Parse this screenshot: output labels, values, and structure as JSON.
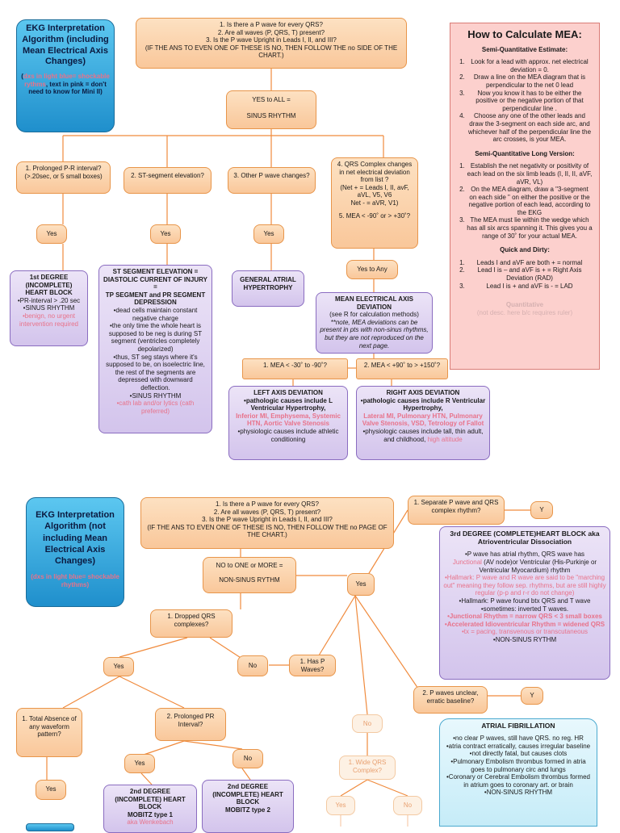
{
  "colors": {
    "line": "#f08a3c",
    "box_orange": "#f9c79a",
    "box_purple": "#d3c4ec",
    "box_blue": "#1f8fcc",
    "box_pink": "#fcd0cd",
    "box_cyan": "#c6ecf8"
  },
  "top": {
    "title": "EKG Interpretation Algorithm (including Mean Electrical Axis Changes)",
    "legend_a": "dxs in light blue= shockable rythms",
    "legend_b": "text in pink = don't need to know for Mini II",
    "q1": "1. Is there a P wave for every QRS?",
    "q2": "2. Are all waves (P, QRS, T) present?",
    "q3": "3. Is the P wave Upright in Leads I, II, and III?",
    "q4": "(IF THE ANS TO EVEN ONE OF THESE IS NO, THEN FOLLOW THE no SIDE OF THE CHART.)",
    "yes_all": "YES to ALL =",
    "sinus": "SINUS RHYTHM",
    "b1": "1. Prolonged P-R interval? (>.20sec, or 5 small boxes)",
    "b2": "2. ST-segment elevation?",
    "b3": "3. Other P wave changes?",
    "b4a": "4. QRS Complex changes in net electrical deviation from list ?",
    "b4b": "(Net + = Leads I, II, avF, aVL, V5, V6",
    "b4c": "Net - = aVR, V1)",
    "b4d": "5. MEA < -90˚ or > +30˚?",
    "yes": "Yes",
    "yes_any": "Yes to Any",
    "hb_title": "1st DEGREE (INCOMPLETE) HEART BLOCK",
    "hb_1": "•PR-interval > .20 sec",
    "hb_2": "•SINUS RHYTHM",
    "hb_3": "•benign, no urgent intervention required",
    "st_title": "ST SEGMENT ELEVATION = DIASTOLIC CURRENT OF INJURY =",
    "st_title2": "TP SEGMENT and PR SEGMENT DEPRESSION",
    "st_1": "•dead cells maintain constant negative charge",
    "st_2": "•the only time the whole heart is supposed to be neg is during ST segment (ventricles completely depolarized)",
    "st_3": "•thus, ST seg stays where it's supposed to be, on isoelectric line, the rest of the segments are depressed with downward deflection.",
    "st_4": "•SINUS RHYTHM",
    "st_5": "•cath lab and/or lytics (cath preferred)",
    "gah": "GENERAL ATRIAL HYPERTROPHY",
    "mea_title": "MEAN ELECTRICAL AXIS DEVIATION",
    "mea_1": "(see R for calculation methods)",
    "mea_2": "**note, MEA deviations can be present in pts with non-sinus rhythms, but they are not reproduced on the next page.",
    "m1": "1. MEA < -30˚ to -90˚?",
    "m2": "2. MEA < +90˚ to > +150˚?",
    "lad_title": "LEFT AXIS DEVIATION",
    "lad_1": "•pathologic causes include L Ventricular Hypertrophy,",
    "lad_2": "Inferior MI, Emphysema, Systemic HTN, Aortic Valve Stenosis",
    "lad_3": "•physiologic causes include athletic conditioning",
    "rad_title": "RIGHT AXIS DEVIATION",
    "rad_1": "•pathologic causes include R Ventricular Hypertrophy,",
    "rad_2": "Lateral MI, Pulmonary HTN, Pulmonary Valve Stenosis, VSD, Tetrology of Fallot",
    "rad_3": "•physiologic causes include tall, thin adult, and childhood,",
    "rad_4": "high altitude"
  },
  "mea_panel": {
    "title": "How to Calculate MEA:",
    "h1": "Semi-Quantitative Estimate:",
    "e1": "Look for a lead with approx. net electrical deviation = 0.",
    "e2": "Draw a line on the MEA diagram that is perpendicular to the net 0 lead",
    "e3": "Now you know it has to be either the positive or the negative portion of that perpendicular line .",
    "e4": "Choose any one of the other leads and draw the 3-segment on each side arc, and whichever half of the perpendicular line the arc crosses, is your MEA.",
    "h2": "Semi-Quantitative Long Version:",
    "l1": "Establish the net negativity or positivity of each lead on the six limb leads (I, II, II, aVF, aVR, VL)",
    "l2": "On the MEA diagram, draw a \"3-segment on each side \" on either the positive or the negative portion of each lead, according to the EKG",
    "l3": "The MEA must lie within the wedge which has all six arcs spanning it. This gives you a range of 30˚ for your actual MEA.",
    "h3": "Quick and Dirty:",
    "q1": "Leads I and aVF are both + = normal",
    "q2": "Lead I is – and aVF is + = Right Axis Deviation (RAD)",
    "q3": "Lead I is + and aVF is - = LAD",
    "quant": "Quantitative",
    "quant_note": "(not desc. here b/c requires ruler)"
  },
  "bottom": {
    "title": "EKG Interpretation Algorithm (not including Mean Electrical Axis Changes)",
    "legend": "dxs in light blue= shockable rhythms",
    "q1": "1. Is there a P wave for every QRS?",
    "q2": "2. Are all waves (P, QRS, T) present?",
    "q3": "3. Is the P wave Upright in Leads I, II, and III?",
    "q4": "(IF THE ANS TO EVEN ONE OF THESE IS NO, THEN FOLLOW THE no PAGE OF THE CHART.)",
    "no_one": "NO to ONE or MORE =",
    "non_sinus": "NON-SINUS RYTHM",
    "sep": "1. Separate P wave and QRS complex rhythm?",
    "y": "Y",
    "yes": "Yes",
    "no": "No",
    "dropped": "1. Dropped QRS complexes?",
    "has_p": "1. Has P Waves?",
    "p_unclear": "2. P waves unclear, erratic baseline?",
    "total_absence": "1. Total Absence of any waveform pattern?",
    "prolonged_pr": "2. Prolonged PR Interval?",
    "wide_qrs": "1. Wide QRS Complex?",
    "third_title": "3rd DEGREE (COMPLETE)HEART BLOCK aka Atrioventricular Dissociation",
    "third_1": "•P wave has atrial rhythm, QRS wave has",
    "third_2": "Junctional",
    "third_3": "(AV node)or Ventricular (His-Purkinje or Ventricular Myocardium) rhythm",
    "third_4": "•Hallmark: P wave and R wave are said to be \"marching out\" meaning they follow sep. rhythms, but are still highly regular (p-p and r-r do not change)",
    "third_5": "•Hallmark: P wave found btx QRS and T wave",
    "third_6": "•sometimes: inverted T waves.",
    "third_7": "•Junctional Rhythm = narrow QRS < 3 small boxes",
    "third_8": "•Accelerated Idioventricular Rhythm = widened QRS",
    "third_9": "•tx = pacing, transvenous or transcutaneous",
    "third_10": "•NON-SINUS RYTHM",
    "af_title": "ATRIAL FIBRILLATION",
    "af_1": "•no clear P waves, still have QRS. no reg. HR",
    "af_2": "•atria contract erratically, causes irregular baseline",
    "af_3": "•not directly fatal, but causes clots",
    "af_4": "•Pulmonary Embolism thrombus formed in atria goes to pulmonary circ and lungs",
    "af_5": "•Coronary or Cerebral Embolism thrombus formed in atrium goes to coronary art. or brain",
    "af_6": "•NON-SINUS RHYTHM",
    "m1_title": "2nd DEGREE (INCOMPLETE) HEART BLOCK",
    "m1_sub": "MOBITZ type 1",
    "m1_aka": "aka Wenkebach",
    "m2_title": "2nd DEGREE (INCOMPLETE) HEART BLOCK",
    "m2_sub": "MOBITZ type 2"
  }
}
